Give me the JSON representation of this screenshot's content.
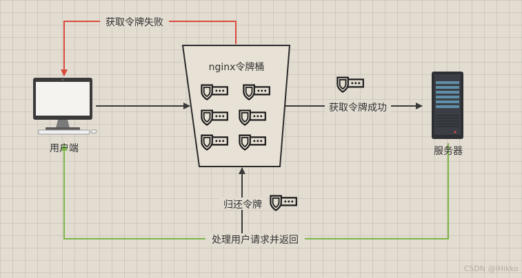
{
  "labels": {
    "token_fail": "获取令牌失败",
    "bucket_title": "nginx令牌桶",
    "token_success": "获取令牌成功",
    "return_token": "归还令牌",
    "process_return": "处理用户请求并返回",
    "client": "用户端",
    "server": "服务器",
    "watermark": "CSDN @iHikko"
  },
  "icons": {
    "client": "desktop-computer-icon",
    "server": "server-rack-icon",
    "token": "shield-key-icon"
  },
  "colors": {
    "fail_line": "#d9493c",
    "success_line": "#7ab648",
    "flow_line": "#3a3a3a",
    "bucket_fill": "#e8e1d5",
    "background": "#e2dcd1"
  }
}
